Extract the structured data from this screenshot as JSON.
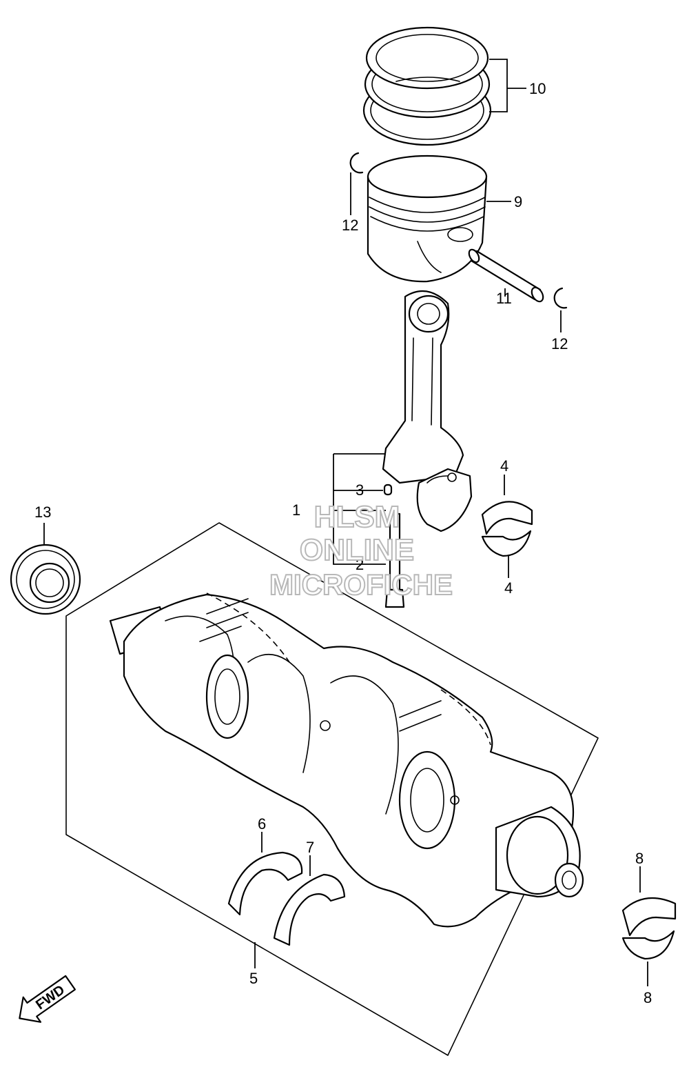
{
  "callouts": {
    "c1": "1",
    "c2": "2",
    "c3": "3",
    "c4_top": "4",
    "c4_bottom": "4",
    "c5": "5",
    "c6": "6",
    "c7": "7",
    "c8_top": "8",
    "c8_bottom": "8",
    "c9": "9",
    "c10": "10",
    "c11": "11",
    "c12_left": "12",
    "c12_right": "12",
    "c13": "13"
  },
  "watermark": {
    "line1": "HLSM",
    "line2": "ONLINE",
    "line3": "MICROFICHE"
  },
  "direction_badge": "FWD",
  "icons": {
    "direction": "fwd-arrow-icon"
  }
}
